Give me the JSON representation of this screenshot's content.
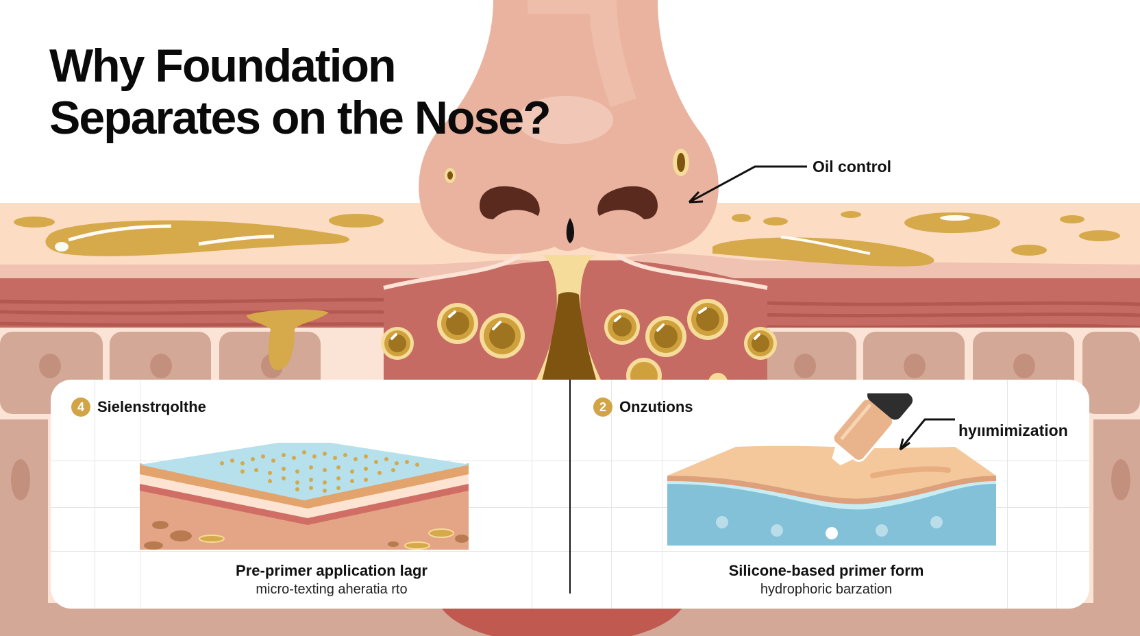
{
  "header": {
    "title_line1": "Why Foundation",
    "title_line2": "Separates on the Nose?"
  },
  "callouts": {
    "oil_control": "Oil control",
    "hy_minimization": "hyıımimization"
  },
  "panels": [
    {
      "badge": "4",
      "heading": "Sielenstrqolthe",
      "caption_main": "Pre-primer application lagr",
      "caption_sub": "micro-texting aheratia rto"
    },
    {
      "badge": "2",
      "heading": "Onzutions",
      "caption_main": "Silicone-based primer form",
      "caption_sub": "hydrophoric barzation"
    }
  ],
  "colors": {
    "oil": "#d6a94a",
    "oil_dark": "#9e7420",
    "skin_top": "#fcdcc2",
    "dermis": "#c46a62",
    "cells": "#d4a896",
    "nose": "#eab3a0",
    "badge": "#d2a445",
    "primer_blue": "#86c3d8"
  }
}
